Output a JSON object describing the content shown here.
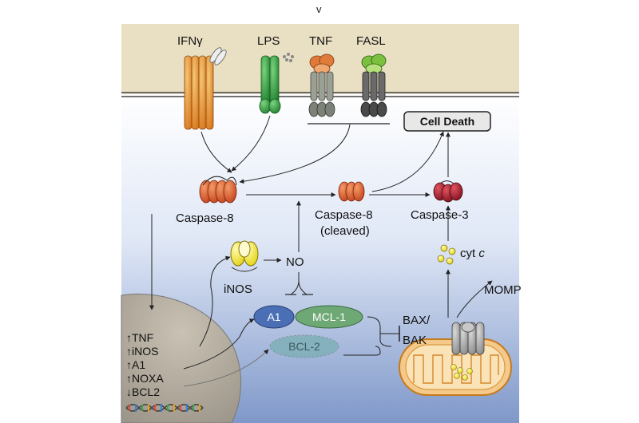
{
  "header_mark": "v",
  "receptors": {
    "ifng": "IFNγ",
    "lps": "LPS",
    "tnf": "TNF",
    "fasl": "FASL"
  },
  "outcome": {
    "cell_death": "Cell Death"
  },
  "caspases": {
    "casp8": "Caspase-8",
    "casp8_cleaved_line1": "Caspase-8",
    "casp8_cleaved_line2": "(cleaved)",
    "casp3": "Caspase-3"
  },
  "mediators": {
    "no": "NO",
    "inos": "iNOS",
    "cyt": "cyt",
    "cyt_italic": "c",
    "momp": "MOMP",
    "bax_line1": "BAX/",
    "bax_line2": "BAK"
  },
  "bcl_family": {
    "a1": "A1",
    "mcl1": "MCL-1",
    "bcl2": "BCL-2"
  },
  "nucleus": {
    "genes": [
      "TNF",
      "iNOS",
      "A1",
      "NOXA",
      "BCL2"
    ],
    "arrows": [
      "↑",
      "↑",
      "↑",
      "↑",
      "↓"
    ]
  },
  "colors": {
    "ifng": "#e8962a",
    "lps": "#2f9a3a",
    "tnf_ligand": "#e07a3a",
    "tnf_receptor": "#7c8277",
    "fasl_ligand": "#7cc040",
    "fasl_receptor": "#4a4a4a",
    "caspase8": "#d6531f",
    "caspase3": "#a8192a",
    "inos": "#f2e81a",
    "a1": "#4a6fb5",
    "mcl1": "#6ea874",
    "bcl2": "#7fb0b8",
    "cytc": "#f2e81a",
    "mito": "#e3a857",
    "membrane": "#e8dcc0",
    "cytoplasm": "#7f98c9"
  }
}
